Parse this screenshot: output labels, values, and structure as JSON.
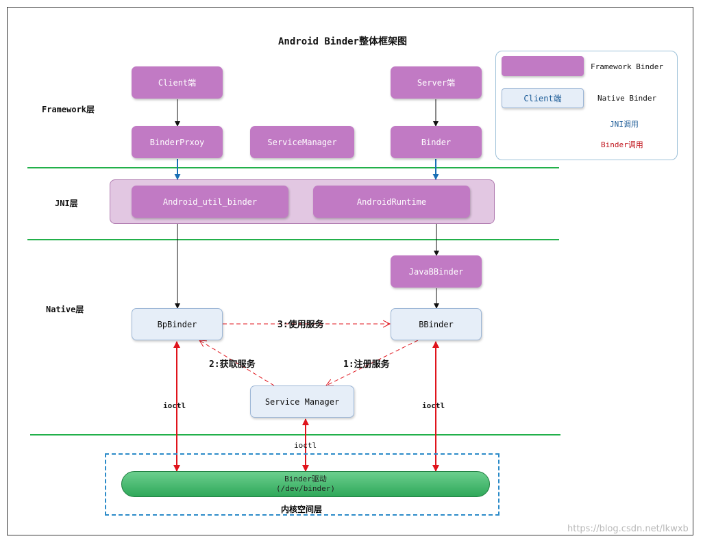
{
  "title": "Android Binder整体框架图",
  "layers": {
    "framework": "Framework层",
    "jni": "JNI层",
    "native": "Native层",
    "kernel": "内核空间层"
  },
  "nodes": {
    "client": "Client端",
    "server": "Server端",
    "binder_proxy": "BinderPrxoy",
    "service_manager_fw": "ServiceManager",
    "binder": "Binder",
    "android_util_binder": "Android_util_binder",
    "android_runtime": "AndroidRuntime",
    "java_bbinder": "JavaBBinder",
    "bp_binder": "BpBinder",
    "bbinder": "BBinder",
    "service_manager_native": "Service Manager",
    "driver_line1": "Binder驱动",
    "driver_line2": "(/dev/binder)"
  },
  "edges": {
    "use_service": "3:使用服务",
    "get_service": "2:获取服务",
    "register_service": "1:注册服务",
    "ioctl": "ioctl"
  },
  "legend": {
    "framework_binder": "Framework Binder",
    "client_sample": "Client端",
    "native_binder": "Native Binder",
    "jni_call": "JNI调用",
    "binder_call": "Binder调用"
  },
  "watermark": "https://blog.csdn.net/lkwxb",
  "colors": {
    "purple": "#c17ac4",
    "light_blue": "#e6eef8",
    "divider_green": "#22b04a",
    "jni_arrow_blue": "#1a6fb5",
    "binder_arrow_red": "#e0141c",
    "kernel_border": "#2a8ac8"
  }
}
